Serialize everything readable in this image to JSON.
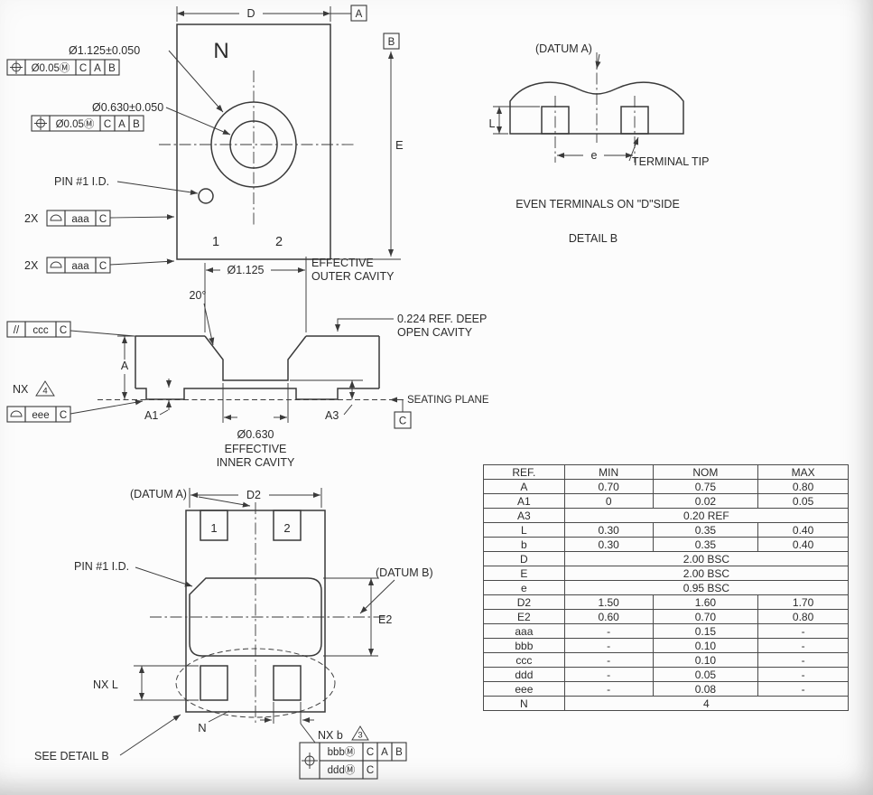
{
  "colors": {
    "line": "#3a3a3a",
    "text": "#2b2b2b",
    "background": "#fcfcfc"
  },
  "icons": {
    "position_symbol": "crosshair-in-circle",
    "profile_symbol": "half-disc",
    "parallelism_symbol": "double-slash",
    "note_flag": "numbered-triangle"
  },
  "top_view": {
    "dim_d_label": "D",
    "datum_a_flag": "A",
    "datum_b_flag": "B",
    "dim_e_label": "E",
    "n_label": "N",
    "outer_cavity_callout": "Ø1.125±0.050",
    "outer_cavity_fcf": {
      "tolerance": "Ø0.05Ⓜ",
      "datum_1": "C",
      "datum_2": "A",
      "datum_3": "B"
    },
    "inner_cavity_callout": "Ø0.630±0.050",
    "inner_cavity_fcf": {
      "tolerance": "Ø0.05Ⓜ",
      "datum_1": "C",
      "datum_2": "A",
      "datum_3": "B"
    },
    "pin1_label": "PIN #1 I.D.",
    "aaa_fcf_1": {
      "qty": "2X",
      "tolerance": "aaa",
      "datum_1": "C"
    },
    "aaa_fcf_2": {
      "qty": "2X",
      "tolerance": "aaa",
      "datum_1": "C"
    },
    "terminal_1": "1",
    "terminal_2": "2"
  },
  "detail_b": {
    "datum_a_label": "(DATUM A)",
    "dim_l_label": "L",
    "dim_e_label": "e",
    "terminal_tip_label": "TERMINAL TIP",
    "note": "EVEN TERMINALS ON \"D\"SIDE",
    "title": "DETAIL B"
  },
  "section_view": {
    "outer_cavity_dim": "Ø1.125",
    "outer_cavity_label_1": "EFFECTIVE",
    "outer_cavity_label_2": "OUTER CAVITY",
    "angle_label": "20°",
    "open_cavity_label_1": "0.224 REF. DEEP",
    "open_cavity_label_2": "OPEN CAVITY",
    "ccc_fcf": {
      "symbol": "//",
      "tolerance": "ccc",
      "datum_1": "C"
    },
    "dim_a_label": "A",
    "dim_a1_label": "A1",
    "dim_a3_label": "A3",
    "seating_plane_label": "SEATING PLANE",
    "datum_c_flag": "C",
    "nx_note": "NX",
    "nx_flag_number": "4",
    "eee_fcf": {
      "tolerance": "eee",
      "datum_1": "C"
    },
    "inner_cavity_dim": "Ø0.630",
    "inner_cavity_label_1": "EFFECTIVE",
    "inner_cavity_label_2": "INNER CAVITY"
  },
  "bottom_view": {
    "datum_a_label": "(DATUM A)",
    "dim_d2_label": "D2",
    "terminal_1": "1",
    "terminal_2": "2",
    "pin1_label": "PIN #1 I.D.",
    "datum_b_label": "(DATUM B)",
    "dim_e2_label": "E2",
    "nx_l_label": "NX L",
    "n_label": "N",
    "nx_b_label": "NX b",
    "nx_b_flag_number": "3",
    "see_detail_b_label": "SEE DETAIL B",
    "bbb_fcf": {
      "tolerance": "bbbⓂ",
      "datum_1": "C",
      "datum_2": "A",
      "datum_3": "B"
    },
    "ddd_fcf": {
      "tolerance": "dddⓂ",
      "datum_1": "C"
    }
  },
  "dimensions_table": {
    "headers": [
      "REF.",
      "MIN",
      "NOM",
      "MAX"
    ],
    "rows": [
      {
        "ref": "A",
        "min": "0.70",
        "nom": "0.75",
        "max": "0.80"
      },
      {
        "ref": "A1",
        "min": "0",
        "nom": "0.02",
        "max": "0.05"
      },
      {
        "ref": "A3",
        "span": "0.20 REF"
      },
      {
        "ref": "L",
        "min": "0.30",
        "nom": "0.35",
        "max": "0.40"
      },
      {
        "ref": "b",
        "min": "0.30",
        "nom": "0.35",
        "max": "0.40"
      },
      {
        "ref": "D",
        "span": "2.00 BSC"
      },
      {
        "ref": "E",
        "span": "2.00 BSC"
      },
      {
        "ref": "e",
        "span": "0.95 BSC"
      },
      {
        "ref": "D2",
        "min": "1.50",
        "nom": "1.60",
        "max": "1.70"
      },
      {
        "ref": "E2",
        "min": "0.60",
        "nom": "0.70",
        "max": "0.80"
      },
      {
        "ref": "aaa",
        "min": "-",
        "nom": "0.15",
        "max": "-"
      },
      {
        "ref": "bbb",
        "min": "-",
        "nom": "0.10",
        "max": "-"
      },
      {
        "ref": "ccc",
        "min": "-",
        "nom": "0.10",
        "max": "-"
      },
      {
        "ref": "ddd",
        "min": "-",
        "nom": "0.05",
        "max": "-"
      },
      {
        "ref": "eee",
        "min": "-",
        "nom": "0.08",
        "max": "-"
      },
      {
        "ref": "N",
        "span": "4"
      }
    ]
  }
}
